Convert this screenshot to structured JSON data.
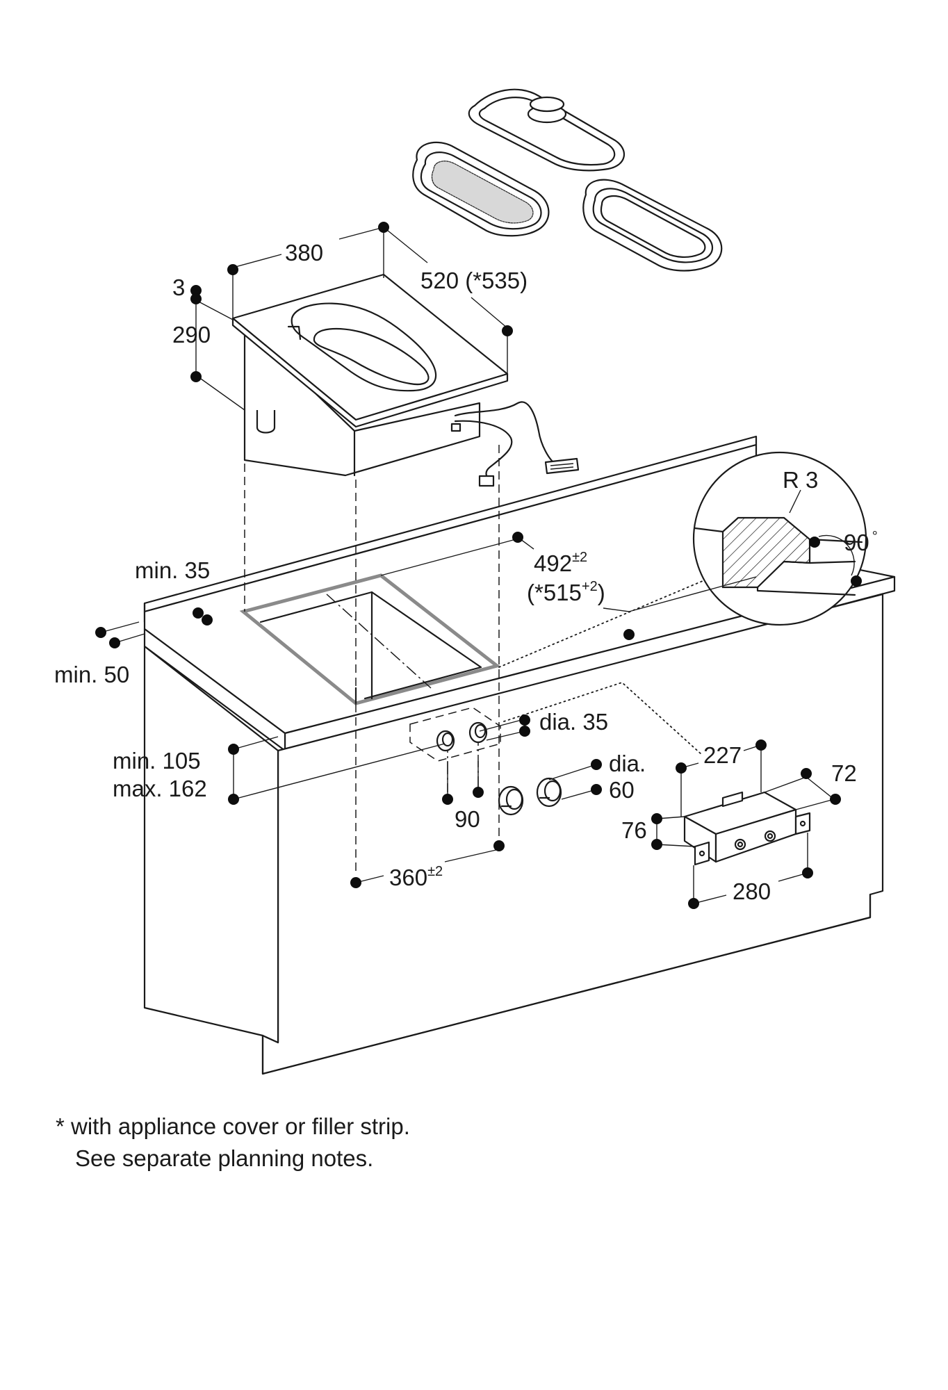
{
  "labels": {
    "dim_380": "380",
    "dim_520": "520 (*535)",
    "dim_3": "3",
    "dim_290": "290",
    "dim_min35": "min. 35",
    "dim_min50": "min. 50",
    "dim_492": "492",
    "dim_492_tol": "±2",
    "dim_515_open": "(*515",
    "dim_515_tol": "+2",
    "dim_515_close": ")",
    "dim_r3": "R 3",
    "dim_90deg": "90",
    "dim_deg_symbol": "°",
    "dim_dia35": "dia. 35",
    "dim_min105": "min. 105",
    "dim_max162": "max. 162",
    "dim_dia": "dia.",
    "dim_60": "60",
    "dim_90": "90",
    "dim_227": "227",
    "dim_72": "72",
    "dim_76": "76",
    "dim_280": "280",
    "dim_360": "360",
    "dim_360_tol": "±2"
  },
  "footnote": {
    "line1": "* with appliance cover or filler strip.",
    "line2": "See separate planning notes."
  }
}
